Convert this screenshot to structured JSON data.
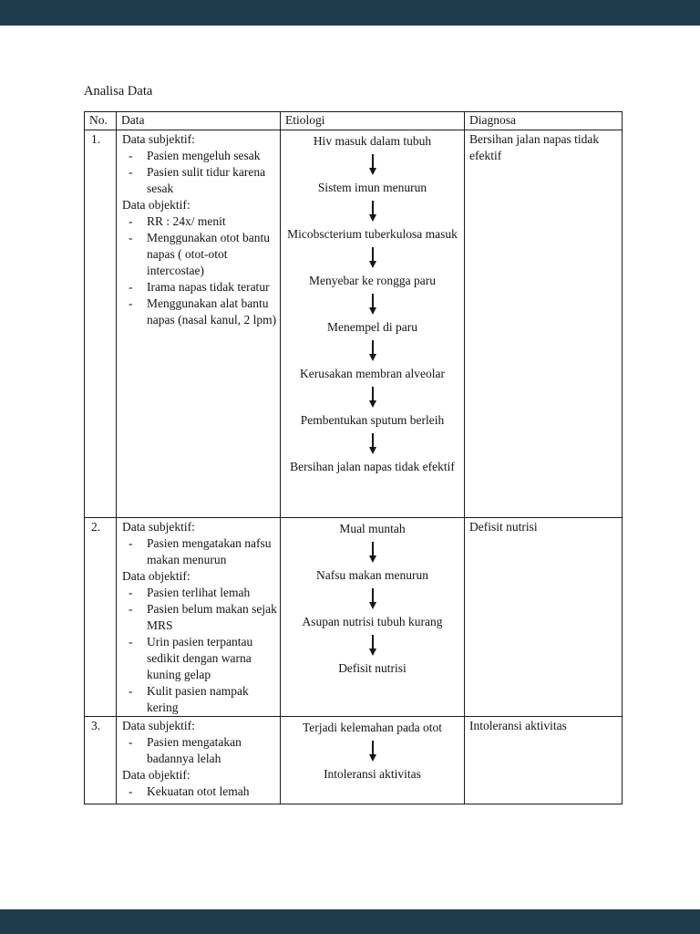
{
  "document": {
    "title": "Analisa Data",
    "viewer_bar_color": "#1d3c4c"
  },
  "table": {
    "headers": [
      "No.",
      "Data",
      "Etiologi",
      "Diagnosa"
    ],
    "rows": [
      {
        "no": "1.",
        "data_lines": [
          {
            "type": "heading",
            "text": "Data subjektif:"
          },
          {
            "type": "bullet",
            "text": "Pasien mengeluh sesak"
          },
          {
            "type": "bullet",
            "text": "Pasien sulit tidur karena sesak"
          },
          {
            "type": "heading",
            "text": "Data objektif:"
          },
          {
            "type": "bullet",
            "text": "RR : 24x/ menit"
          },
          {
            "type": "bullet",
            "text": "Menggunakan otot bantu napas ( otot-otot intercostae)"
          },
          {
            "type": "bullet",
            "text": "Irama napas tidak teratur"
          },
          {
            "type": "bullet",
            "text": "Menggunakan alat bantu napas (nasal kanul, 2 lpm)"
          }
        ],
        "etiologi_steps": [
          "Hiv masuk dalam tubuh",
          "Sistem imun menurun",
          "Micobscterium tuberkulosa masuk",
          "Menyebar ke rongga paru",
          "Menempel di paru",
          "Kerusakan membran alveolar",
          "Pembentukan sputum berleih",
          "Bersihan jalan napas tidak efektif"
        ],
        "diagnosa": "Bersihan jalan napas tidak efektif"
      },
      {
        "no": "2.",
        "data_lines": [
          {
            "type": "heading",
            "text": "Data subjektif:"
          },
          {
            "type": "bullet",
            "text": "Pasien mengatakan nafsu makan menurun"
          },
          {
            "type": "heading",
            "text": "Data objektif:"
          },
          {
            "type": "bullet",
            "text": "Pasien terlihat lemah"
          },
          {
            "type": "bullet",
            "text": "Pasien belum makan sejak MRS"
          },
          {
            "type": "bullet",
            "text": "Urin pasien terpantau sedikit dengan warna kuning gelap"
          },
          {
            "type": "bullet",
            "text": "Kulit pasien nampak kering"
          }
        ],
        "etiologi_steps": [
          "Mual muntah",
          "Nafsu makan menurun",
          "Asupan nutrisi tubuh kurang",
          "Defisit nutrisi"
        ],
        "diagnosa": "Defisit nutrisi"
      },
      {
        "no": "3.",
        "data_lines": [
          {
            "type": "heading",
            "text": "Data subjektif:"
          },
          {
            "type": "bullet",
            "text": "Pasien mengatakan badannya lelah"
          },
          {
            "type": "heading",
            "text": "Data objektif:"
          },
          {
            "type": "bullet",
            "text": "Kekuatan otot lemah"
          }
        ],
        "etiologi_steps": [
          "Terjadi kelemahan pada otot",
          "Intoleransi aktivitas"
        ],
        "diagnosa": "Intoleransi aktivitas"
      }
    ]
  }
}
